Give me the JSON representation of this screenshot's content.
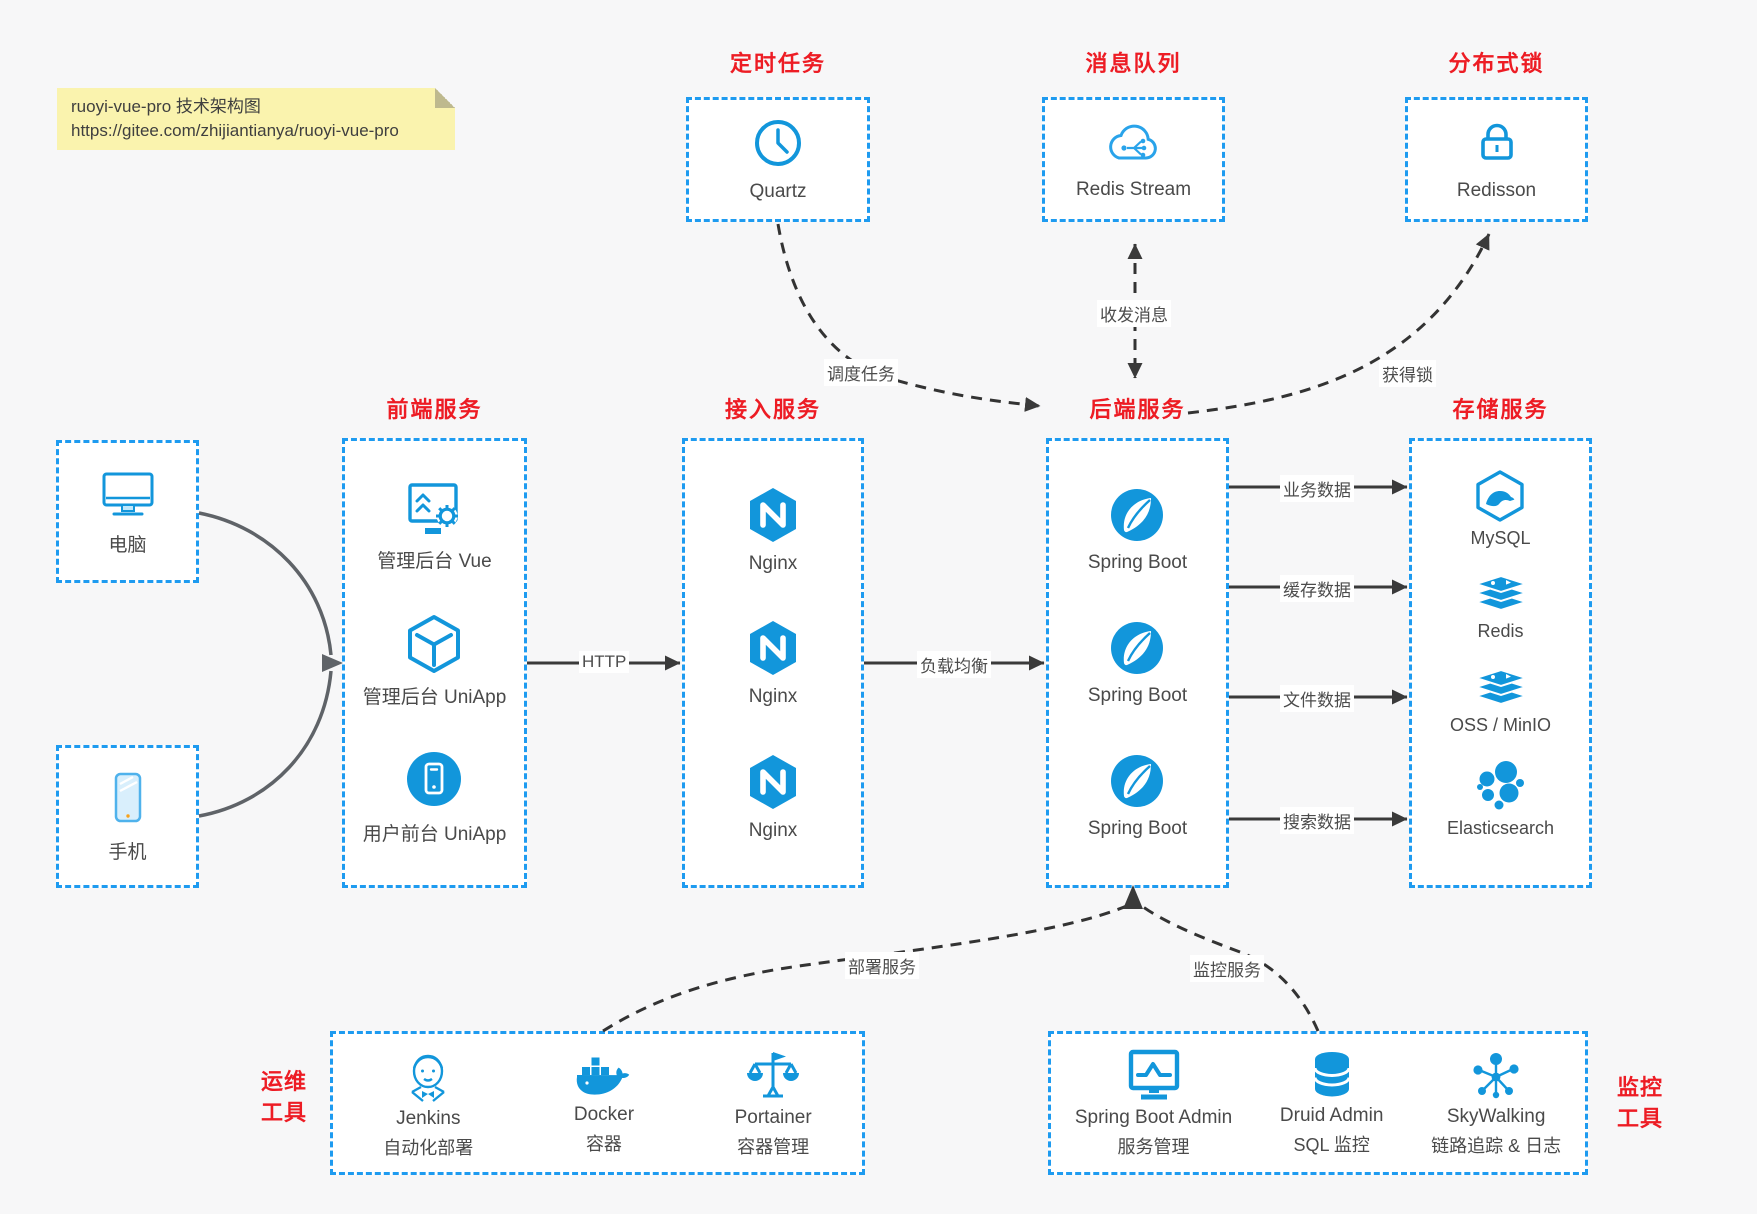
{
  "note": {
    "line1": "ruoyi-vue-pro 技术架构图",
    "line2": "https://gitee.com/zhijiantianya/ruoyi-vue-pro"
  },
  "top_groups": {
    "scheduler": {
      "title": "定时任务",
      "item": {
        "label": "Quartz",
        "icon": "clock-icon"
      }
    },
    "mq": {
      "title": "消息队列",
      "item": {
        "label": "Redis Stream",
        "icon": "cloud-stream-icon"
      }
    },
    "lock": {
      "title": "分布式锁",
      "item": {
        "label": "Redisson",
        "icon": "lock-icon"
      }
    }
  },
  "clients": [
    {
      "label": "电脑",
      "icon": "desktop-icon"
    },
    {
      "label": "手机",
      "icon": "smartphone-icon"
    }
  ],
  "columns": {
    "frontend": {
      "title": "前端服务",
      "items": [
        {
          "label": "管理后台 Vue",
          "icon": "admin-vue-icon"
        },
        {
          "label": "管理后台 UniApp",
          "icon": "uniapp-cube-icon"
        },
        {
          "label": "用户前台 UniApp",
          "icon": "user-app-icon"
        }
      ]
    },
    "gateway": {
      "title": "接入服务",
      "items": [
        {
          "label": "Nginx",
          "icon": "nginx-icon"
        },
        {
          "label": "Nginx",
          "icon": "nginx-icon"
        },
        {
          "label": "Nginx",
          "icon": "nginx-icon"
        }
      ]
    },
    "backend": {
      "title": "后端服务",
      "items": [
        {
          "label": "Spring Boot",
          "icon": "spring-boot-icon"
        },
        {
          "label": "Spring Boot",
          "icon": "spring-boot-icon"
        },
        {
          "label": "Spring Boot",
          "icon": "spring-boot-icon"
        }
      ]
    },
    "storage": {
      "title": "存储服务",
      "items": [
        {
          "label": "MySQL",
          "icon": "mysql-icon"
        },
        {
          "label": "Redis",
          "icon": "redis-stack-icon"
        },
        {
          "label": "OSS / MinIO",
          "icon": "redis-stack-icon"
        },
        {
          "label": "Elasticsearch",
          "icon": "elasticsearch-icon"
        }
      ]
    }
  },
  "bottom_groups": {
    "ops": {
      "title_line1": "运维",
      "title_line2": "工具",
      "items": [
        {
          "name": "Jenkins",
          "desc": "自动化部署",
          "icon": "jenkins-icon"
        },
        {
          "name": "Docker",
          "desc": "容器",
          "icon": "docker-whale-icon"
        },
        {
          "name": "Portainer",
          "desc": "容器管理",
          "icon": "portainer-scale-icon"
        }
      ]
    },
    "monitor": {
      "title_line1": "监控",
      "title_line2": "工具",
      "items": [
        {
          "name": "Spring Boot Admin",
          "desc": "服务管理",
          "icon": "admin-monitor-icon"
        },
        {
          "name": "Druid Admin",
          "desc": "SQL 监控",
          "icon": "druid-database-icon"
        },
        {
          "name": "SkyWalking",
          "desc": "链路追踪 & 日志",
          "icon": "skywalking-node-icon"
        }
      ]
    }
  },
  "edge_labels": {
    "http": "HTTP",
    "load_balance": "负载均衡",
    "schedule": "调度任务",
    "message": "收发消息",
    "acquire_lock": "获得锁",
    "business_data": "业务数据",
    "cache_data": "缓存数据",
    "file_data": "文件数据",
    "search_data": "搜索数据",
    "deploy": "部署服务",
    "monitor": "监控服务"
  },
  "colors": {
    "background": "#f7f7f8",
    "box_border_blue": "#1e9bf0",
    "icon_blue": "#1296db",
    "title_red": "#ed1c24",
    "arrow_dark": "#3a3a3a",
    "connector_gray": "#5f6368",
    "note_bg": "#faf3ae",
    "label_text": "#4a4a4a"
  }
}
